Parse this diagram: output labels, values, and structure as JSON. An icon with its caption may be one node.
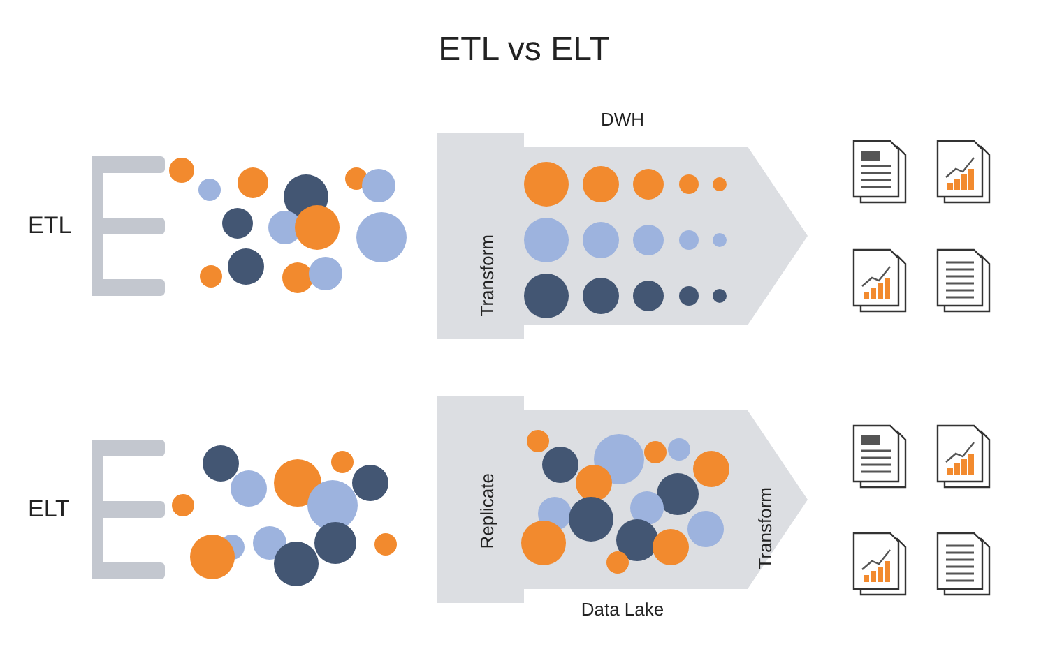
{
  "diagram": {
    "title": "ETL vs ELT",
    "nodes": [
      {
        "text": [
          "DWH",
          "Transform"
        ]
      },
      {
        "text": [
          "Replicate",
          "Transform",
          "Data Lake"
        ]
      }
    ],
    "labels": [
      "ETL",
      "ELT"
    ]
  }
}
